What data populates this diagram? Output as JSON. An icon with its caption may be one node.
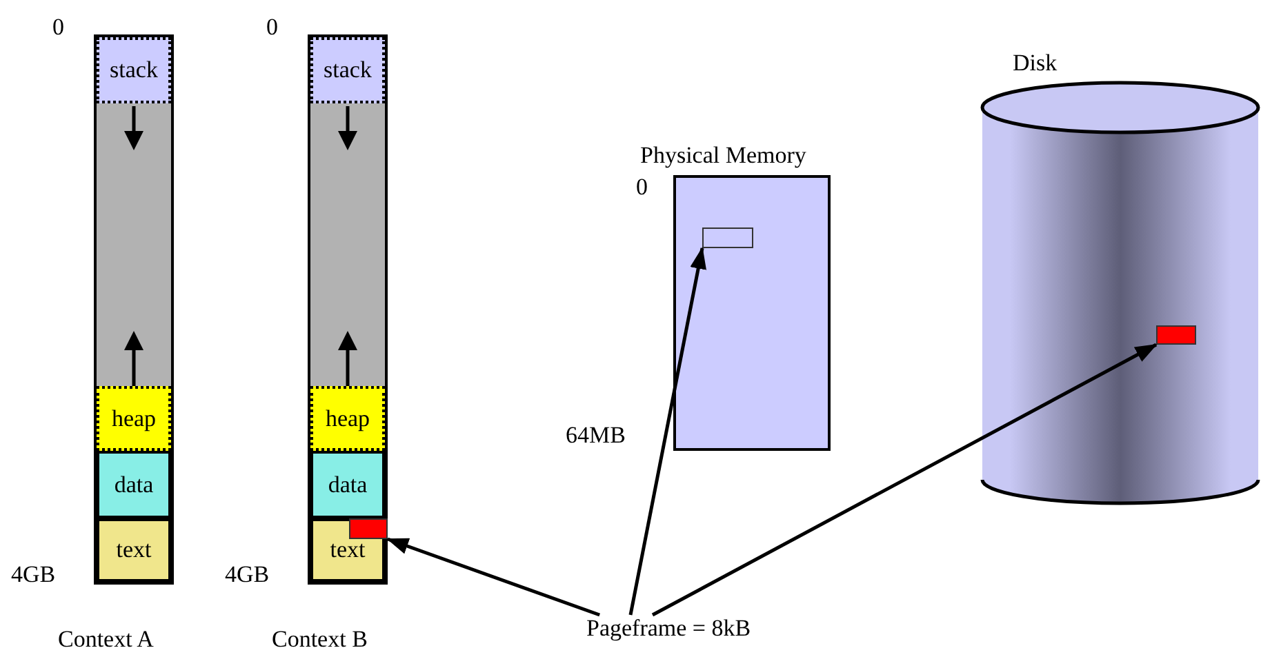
{
  "diagram": {
    "nodes": [
      {
        "text": [
          "Context A"
        ]
      },
      {
        "text": [
          "stack"
        ],
        "in": 0
      },
      {
        "text": [],
        "shape": "box",
        "in": 0
      },
      {
        "text": [
          "heap"
        ],
        "in": 0
      },
      {
        "text": [
          "data"
        ],
        "in": 0
      },
      {
        "text": [
          "text"
        ],
        "in": 0
      },
      {
        "text": [
          "Context B"
        ]
      },
      {
        "text": [
          "stack"
        ],
        "in": 6
      },
      {
        "text": [],
        "shape": "box",
        "in": 6
      },
      {
        "text": [
          "heap"
        ],
        "in": 6
      },
      {
        "text": [
          "data"
        ],
        "in": 6
      },
      {
        "text": [
          "text"
        ],
        "in": 6
      },
      {
        "text": [],
        "shape": "box",
        "in": 11
      },
      {
        "text": [
          "Physical Memory"
        ]
      },
      {
        "text": [],
        "shape": "box",
        "in": 13
      },
      {
        "text": [
          "Disk"
        ]
      },
      {
        "text": [],
        "shape": "box",
        "in": 15
      },
      {
        "text": [
          "Pageframe = 8kB"
        ]
      }
    ],
    "edges": [
      {
        "from": 17,
        "to": 12,
        "arrow": "to"
      },
      {
        "from": 17,
        "to": 14,
        "arrow": "to"
      },
      {
        "from": 17,
        "to": 16,
        "arrow": "to"
      }
    ],
    "labels": [
      "0",
      "4GB",
      "0",
      "4GB",
      "0",
      "64MB"
    ]
  }
}
